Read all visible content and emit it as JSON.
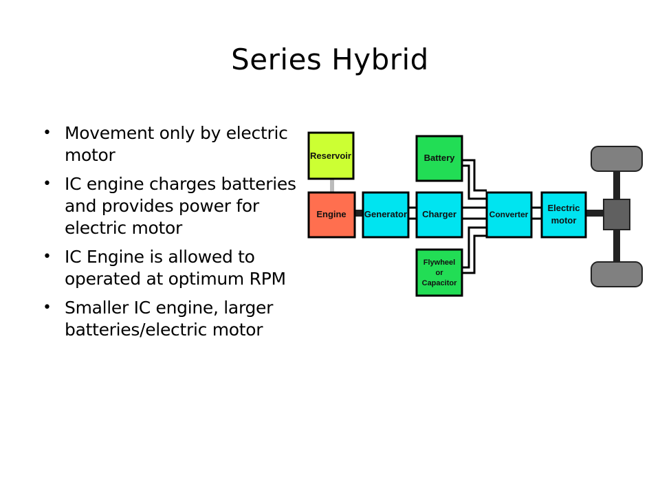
{
  "slide": {
    "title": "Series Hybrid",
    "bullets": [
      "Movement only by electric motor",
      "IC engine charges batteries and provides power for electric motor",
      "IC Engine is allowed to operated at optimum RPM",
      "Smaller IC engine, larger batteries/electric motor"
    ]
  },
  "diagram": {
    "boxes": {
      "reservoir": "Reservoir",
      "engine": "Engine",
      "generator": "Generator",
      "battery": "Battery",
      "charger": "Charger",
      "flywheel_line1": "Flywheel",
      "flywheel_line2": "or",
      "flywheel_line3": "Capacitor",
      "converter": "Converter",
      "motor_line1": "Electric",
      "motor_line2": "motor"
    },
    "colors": {
      "reservoir": "#ccff33",
      "engine": "#ff6f4f",
      "cyan": "#00e4f0",
      "green": "#22dd55",
      "wheel": "#808080",
      "axle_box": "#606060",
      "outline": "#000000"
    }
  }
}
